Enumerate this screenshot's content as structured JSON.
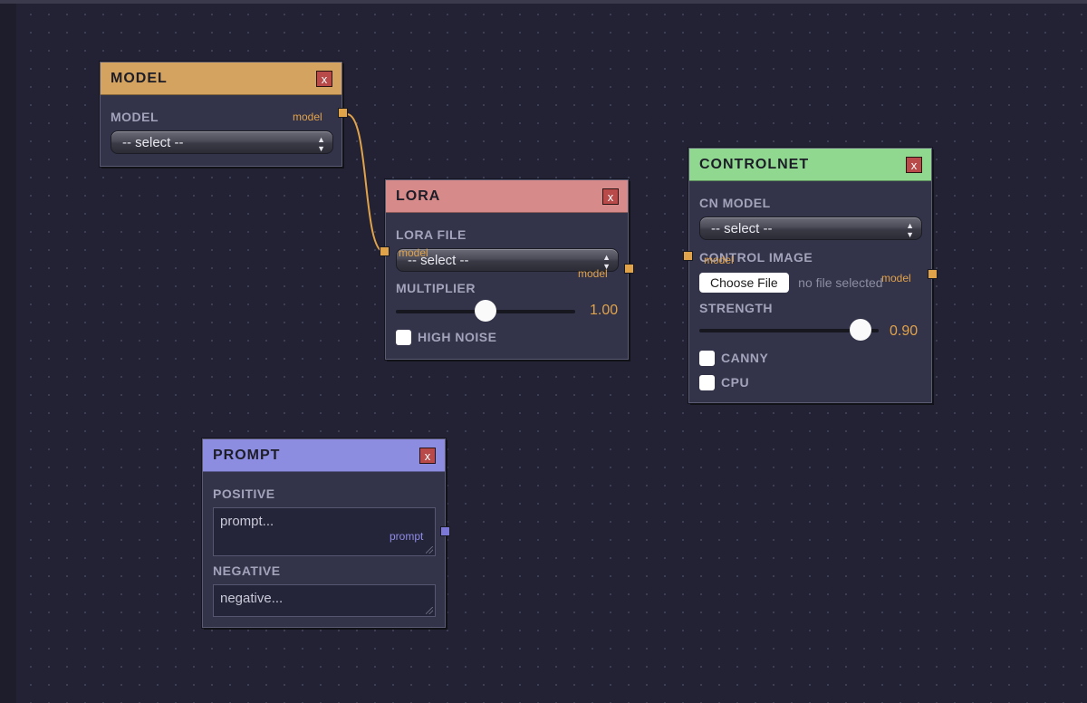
{
  "colors": {
    "background": "#222234",
    "node_body": "#33334a",
    "model_header": "#d4a35f",
    "lora_header": "#d68a8a",
    "controlnet_header": "#90d890",
    "prompt_header": "#8c8ce0",
    "port_orange": "#e1a34a",
    "port_purple": "#7b78d8",
    "close_button": "#b84a4a"
  },
  "icons": {
    "close": "close-x-icon",
    "select": "chevron-updown-icon"
  },
  "close_label": "x",
  "nodes": {
    "model": {
      "title": "MODEL",
      "field_label": "MODEL",
      "select_value": "-- select --",
      "output_port_label": "model"
    },
    "lora": {
      "title": "LORA",
      "file_label": "LORA FILE",
      "select_value": "-- select --",
      "input_port_label": "model",
      "output_port_label": "model",
      "multiplier_label": "MULTIPLIER",
      "multiplier_value": "1.00",
      "multiplier_fraction": 0.5,
      "high_noise_label": "HIGH NOISE",
      "high_noise_checked": false
    },
    "controlnet": {
      "title": "CONTROLNET",
      "cn_model_label": "CN MODEL",
      "select_value": "-- select --",
      "control_image_label": "CONTROL IMAGE",
      "input_port_label": "model",
      "output_port_label": "model",
      "choose_file_label": "Choose File",
      "file_status": "no file selected",
      "strength_label": "STRENGTH",
      "strength_value": "0.90",
      "strength_fraction": 0.9,
      "canny_label": "CANNY",
      "canny_checked": false,
      "cpu_label": "CPU",
      "cpu_checked": false
    },
    "prompt": {
      "title": "PROMPT",
      "positive_label": "POSITIVE",
      "positive_placeholder": "prompt...",
      "output_port_label": "prompt",
      "negative_label": "NEGATIVE",
      "negative_placeholder": "negative..."
    }
  }
}
